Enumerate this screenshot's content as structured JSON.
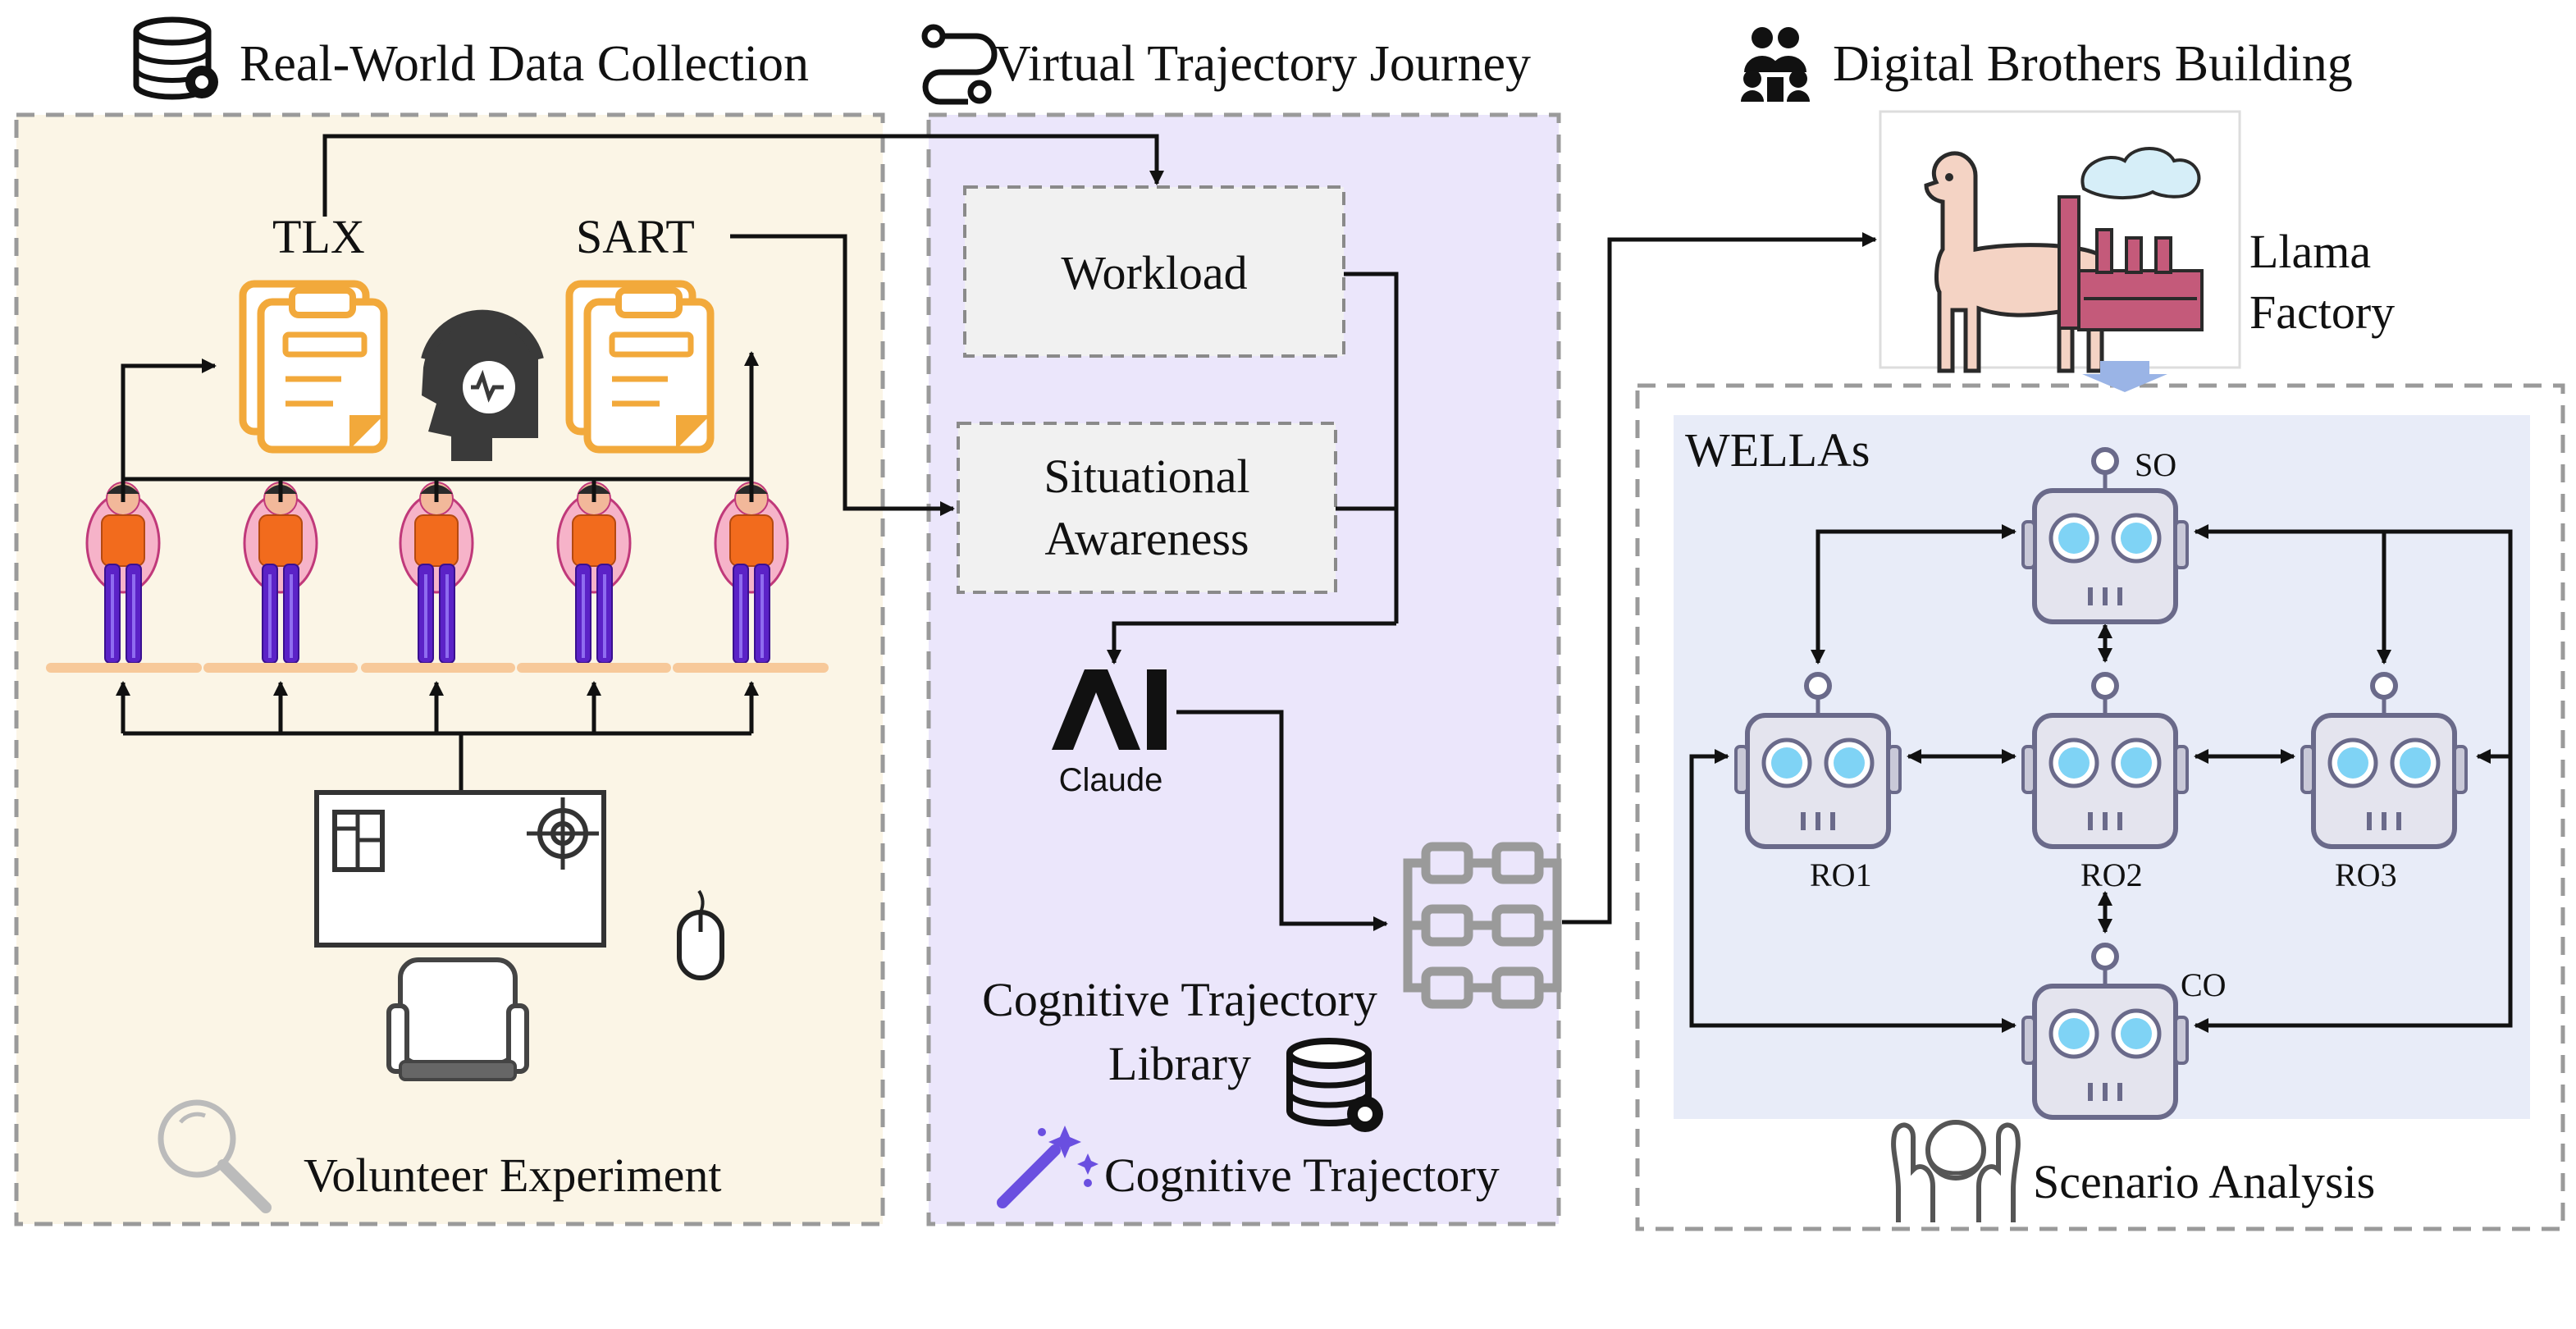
{
  "sections": {
    "real_world": {
      "title": "Real-World Data Collection",
      "icon": "database-gear-icon",
      "footer": "Volunteer Experiment",
      "footer_icon": "magnifier-icon",
      "bg_color": "#fbf5e6"
    },
    "virtual": {
      "title": "Virtual Trajectory Journey",
      "icon": "route-icon",
      "footer": "Cognitive Trajectory",
      "footer_icon": "magic-wand-icon",
      "bg_color": "#ebe6fb"
    },
    "digital": {
      "title": "Digital Brothers Building",
      "icon": "people-group-icon"
    },
    "scenario": {
      "footer": "Scenario Analysis",
      "footer_icon": "hands-head-icon"
    }
  },
  "questionnaires": {
    "tlx": "TLX",
    "sart": "SART"
  },
  "boxes": {
    "workload": "Workload",
    "sa_line1": "Situational",
    "sa_line2": "Awareness"
  },
  "claude": {
    "label": "Claude"
  },
  "library": {
    "line1": "Cognitive Trajectory",
    "line2": "Library"
  },
  "llama": {
    "line1": "Llama",
    "line2": "Factory"
  },
  "wellas": {
    "title": "WELLAs",
    "agents": {
      "so": "SO",
      "ro1": "RO1",
      "ro2": "RO2",
      "ro3": "RO3",
      "co": "CO"
    },
    "bg_color": "#e8ecf8"
  },
  "colors": {
    "clipboard": "#f2a93b",
    "person_shirt": "#f26b1d",
    "person_pants": "#5b22c7",
    "robot_eye": "#7fd3f5",
    "robot_body": "#e4e4ee",
    "robot_outline": "#6a6a8a"
  }
}
